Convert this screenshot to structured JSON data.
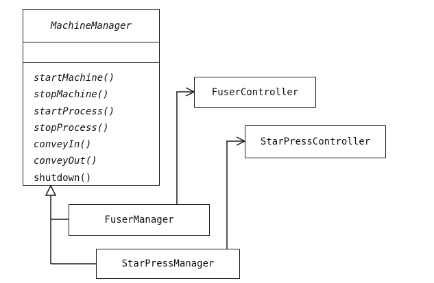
{
  "classes": {
    "machine_manager": {
      "name": "MachineManager",
      "operations": [
        {
          "label": "startMachine()",
          "abstract": true
        },
        {
          "label": "stopMachine()",
          "abstract": true
        },
        {
          "label": "startProcess()",
          "abstract": true
        },
        {
          "label": "stopProcess()",
          "abstract": true
        },
        {
          "label": "conveyIn()",
          "abstract": true
        },
        {
          "label": "conveyOut()",
          "abstract": true
        },
        {
          "label": "shutdown()",
          "abstract": false
        }
      ]
    },
    "fuser_controller": {
      "name": "FuserController"
    },
    "starpress_controller": {
      "name": "StarPressController"
    },
    "fuser_manager": {
      "name": "FuserManager"
    },
    "starpress_manager": {
      "name": "StarPressManager"
    }
  },
  "relationships": [
    {
      "type": "generalization",
      "from": "FuserManager",
      "to": "MachineManager"
    },
    {
      "type": "generalization",
      "from": "StarPressManager",
      "to": "MachineManager"
    },
    {
      "type": "association",
      "from": "FuserManager",
      "to": "FuserController"
    },
    {
      "type": "association",
      "from": "StarPressManager",
      "to": "StarPressController"
    }
  ],
  "colors": {
    "line": "#1a1a1a",
    "background": "#ffffff"
  }
}
